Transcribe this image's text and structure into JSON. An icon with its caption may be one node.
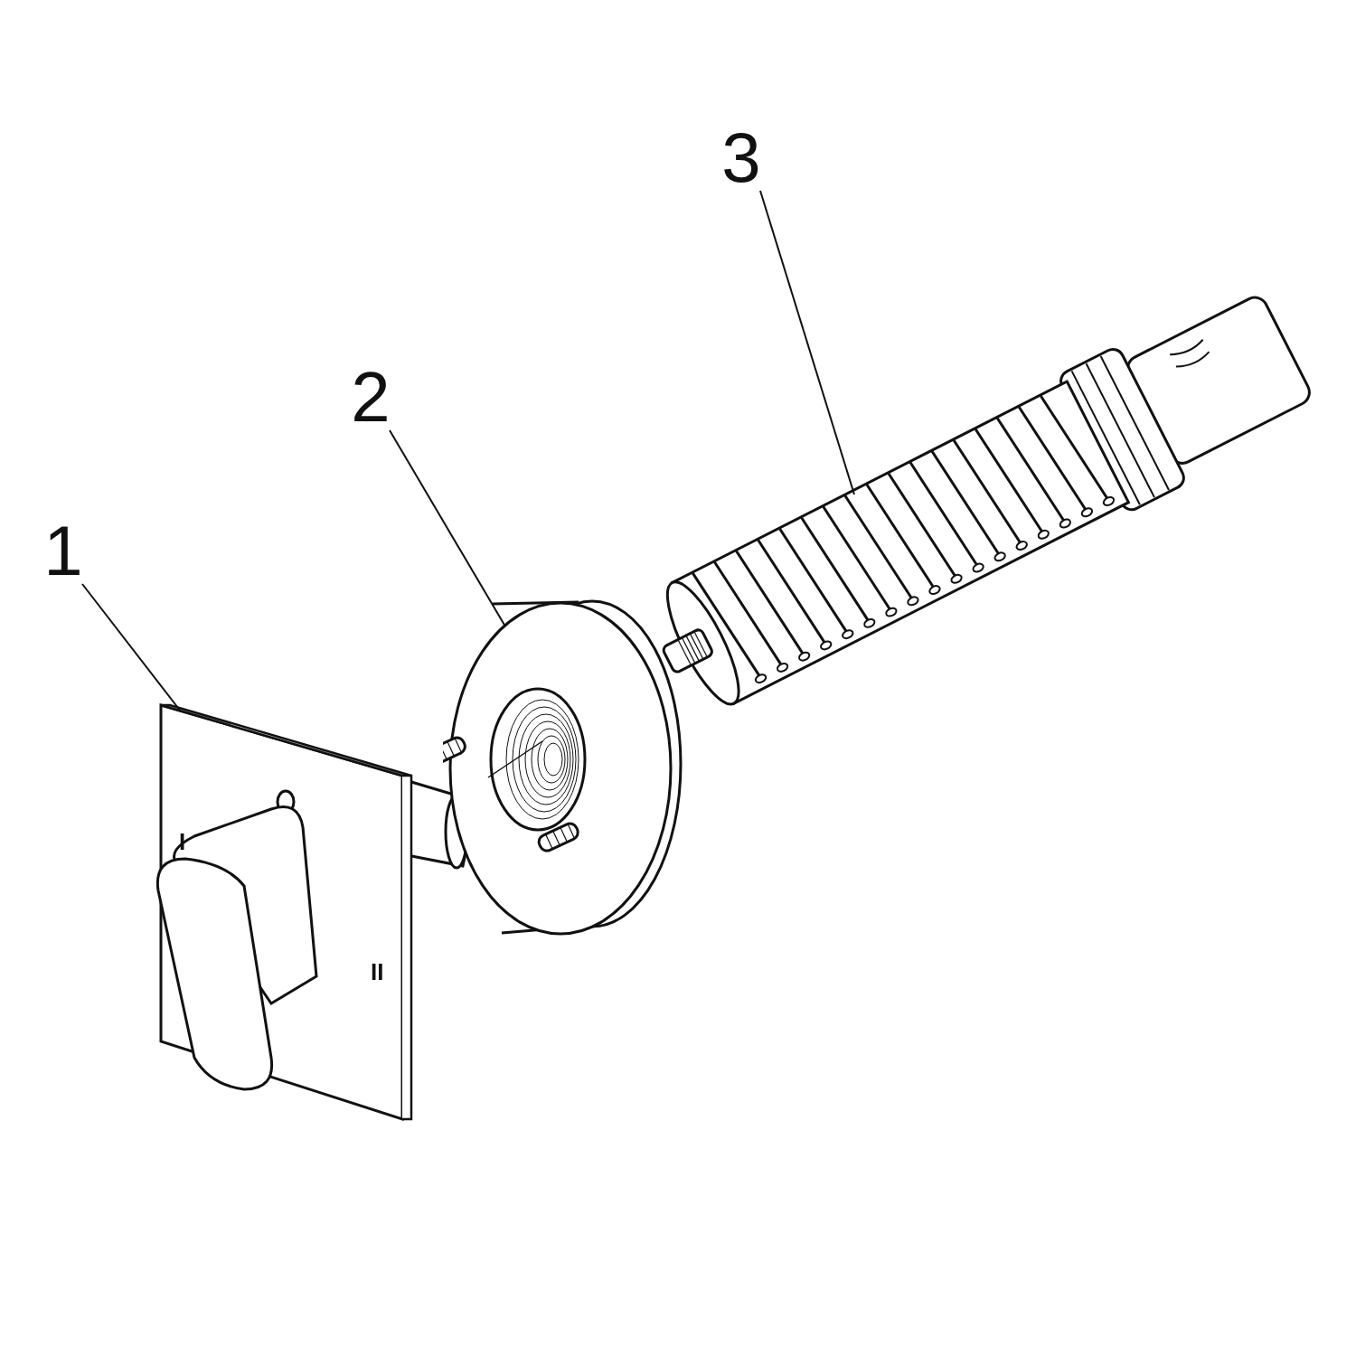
{
  "diagram": {
    "nodes": [
      {
        "text": [
          "1"
        ]
      },
      {
        "text": [],
        "shape": "picture"
      },
      {
        "text": [
          "2"
        ]
      },
      {
        "text": [],
        "shape": "picture"
      },
      {
        "text": [
          "3"
        ]
      },
      {
        "text": [],
        "shape": "picture"
      }
    ],
    "edges": [
      {
        "from": 0,
        "to": 1,
        "arrow": "none"
      },
      {
        "from": 2,
        "to": 3,
        "arrow": "none"
      },
      {
        "from": 4,
        "to": 5,
        "arrow": "none"
      }
    ],
    "labels": [
      "I",
      "II"
    ]
  }
}
